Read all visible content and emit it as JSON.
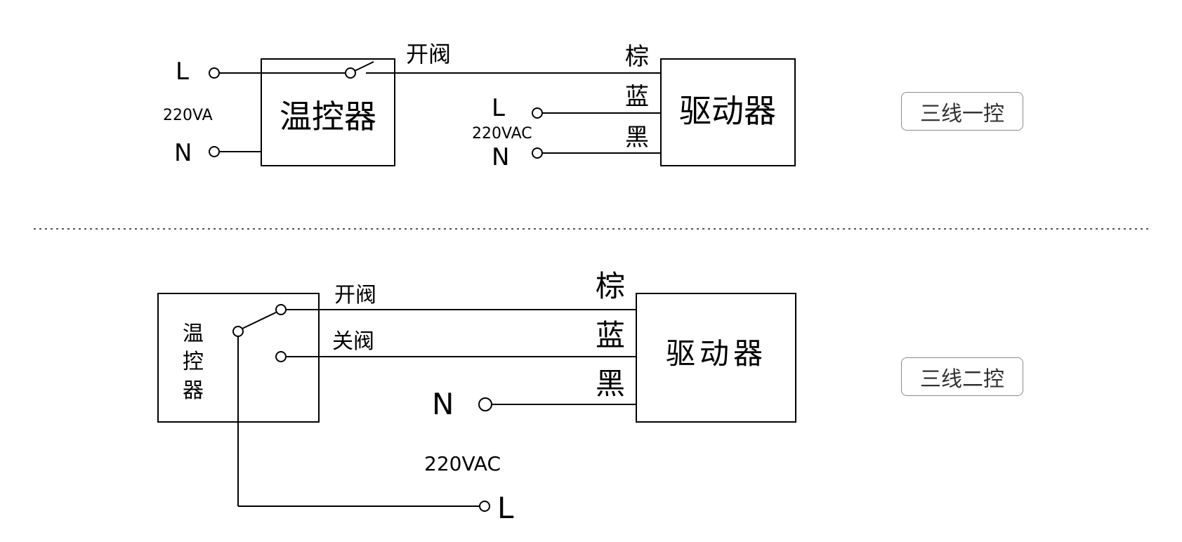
{
  "top": {
    "L_label": "L",
    "N_label": "N",
    "voltage_label": "220VA",
    "thermostat_label": "温控器",
    "open_valve_label": "开阀",
    "brown_label": "棕",
    "blue_label": "蓝",
    "black_label": "黑",
    "driver_label": "驱动器",
    "L2_label": "L",
    "N2_label": "N",
    "voltage2_label": "220VAC",
    "mode_badge": "三线一控"
  },
  "bottom": {
    "thermostat_chars": [
      "温",
      "控",
      "器"
    ],
    "open_valve_label": "开阀",
    "close_valve_label": "关阀",
    "brown_label": "棕",
    "blue_label": "蓝",
    "black_label": "黑",
    "driver_label": "驱动器",
    "N_label": "N",
    "voltage_label": "220VAC",
    "L_label": "L",
    "mode_badge": "三线二控"
  },
  "colors": {
    "line": "#000000",
    "badge_border": "#8a8a8a",
    "badge_text": "#333333"
  }
}
